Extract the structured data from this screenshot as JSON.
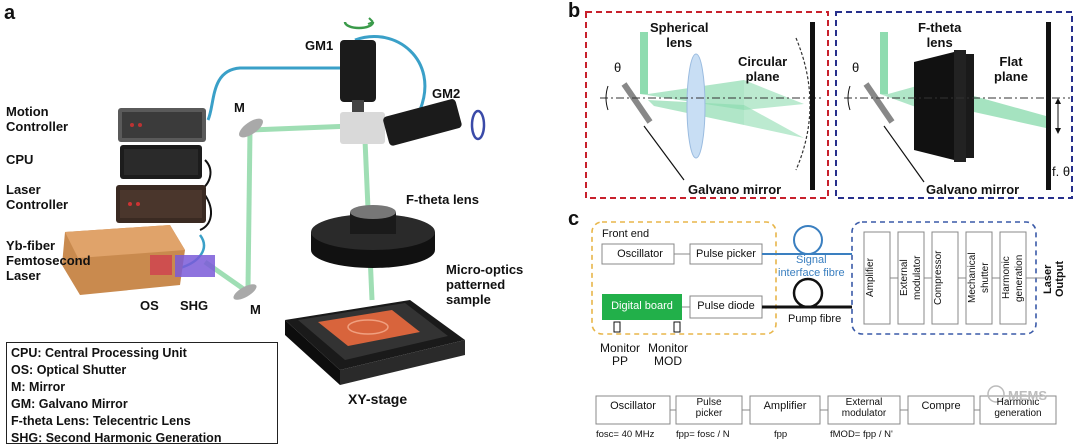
{
  "panels": {
    "a": "a",
    "b": "b",
    "c": "c"
  },
  "panel_a": {
    "labels": {
      "gm1": "GM1",
      "gm2": "GM2",
      "m_top": "M",
      "m_bottom": "M",
      "motion_controller": "Motion\nController",
      "cpu": "CPU",
      "laser_controller": "Laser\nController",
      "laser": "Yb-fiber\nFemtosecond\nLaser",
      "os": "OS",
      "shg": "SHG",
      "ftheta": "F-theta lens",
      "sample": "Micro-optics\npatterned\nsample",
      "xy": "XY-stage"
    },
    "legend": [
      "CPU: Central Processing Unit",
      "OS: Optical Shutter",
      "M: Mirror",
      "GM: Galvano Mirror",
      "F-theta Lens: Telecentric Lens",
      "SHG: Second Harmonic Generation"
    ]
  },
  "panel_b": {
    "left": {
      "lens": "Spherical\nlens",
      "plane": "Circular\nplane",
      "mirror": "Galvano mirror",
      "theta": "θ"
    },
    "right": {
      "lens": "F-theta\nlens",
      "plane": "Flat\nplane",
      "mirror": "Galvano mirror",
      "theta": "θ",
      "ftheta": "f. θ"
    },
    "colors": {
      "left_border": "#c8202c",
      "right_border": "#27308c",
      "beam": "#6cd49a"
    }
  },
  "panel_c": {
    "front_end": "Front end",
    "oscillator": "Oscillator",
    "pulse_picker": "Pulse picker",
    "digital_board": "Digital board",
    "pulse_diode": "Pulse diode",
    "signal_fibre": "Signal\ninterface fibre",
    "pump_fibre": "Pump fibre",
    "monitor_pp": "Monitor\nPP",
    "monitor_mod": "Monitor\nMOD",
    "modules": [
      "Amplifier",
      "External\nmodulator",
      "Compressor",
      "Mechanical\nshutter",
      "Harmonic\ngeneration"
    ],
    "laser_output": "Laser\nOutput",
    "chain": [
      {
        "name": "Oscillator",
        "sub": "fosc= 40 MHz"
      },
      {
        "name": "Pulse\npicker",
        "sub": "fpp= fosc / N"
      },
      {
        "name": "Amplifier",
        "sub": "fpp"
      },
      {
        "name": "External\nmodulator",
        "sub": "fMOD= fpp / N'"
      },
      {
        "name": "Compre",
        "sub": ""
      },
      {
        "name": "Harmonic\ngeneration",
        "sub": ""
      }
    ],
    "watermark": "MEMS",
    "colors": {
      "front_border": "#e8b64a",
      "head_border": "#3a5aa8",
      "digital_board": "#22b04a",
      "signal_fibre": "#3a7fc0"
    }
  }
}
